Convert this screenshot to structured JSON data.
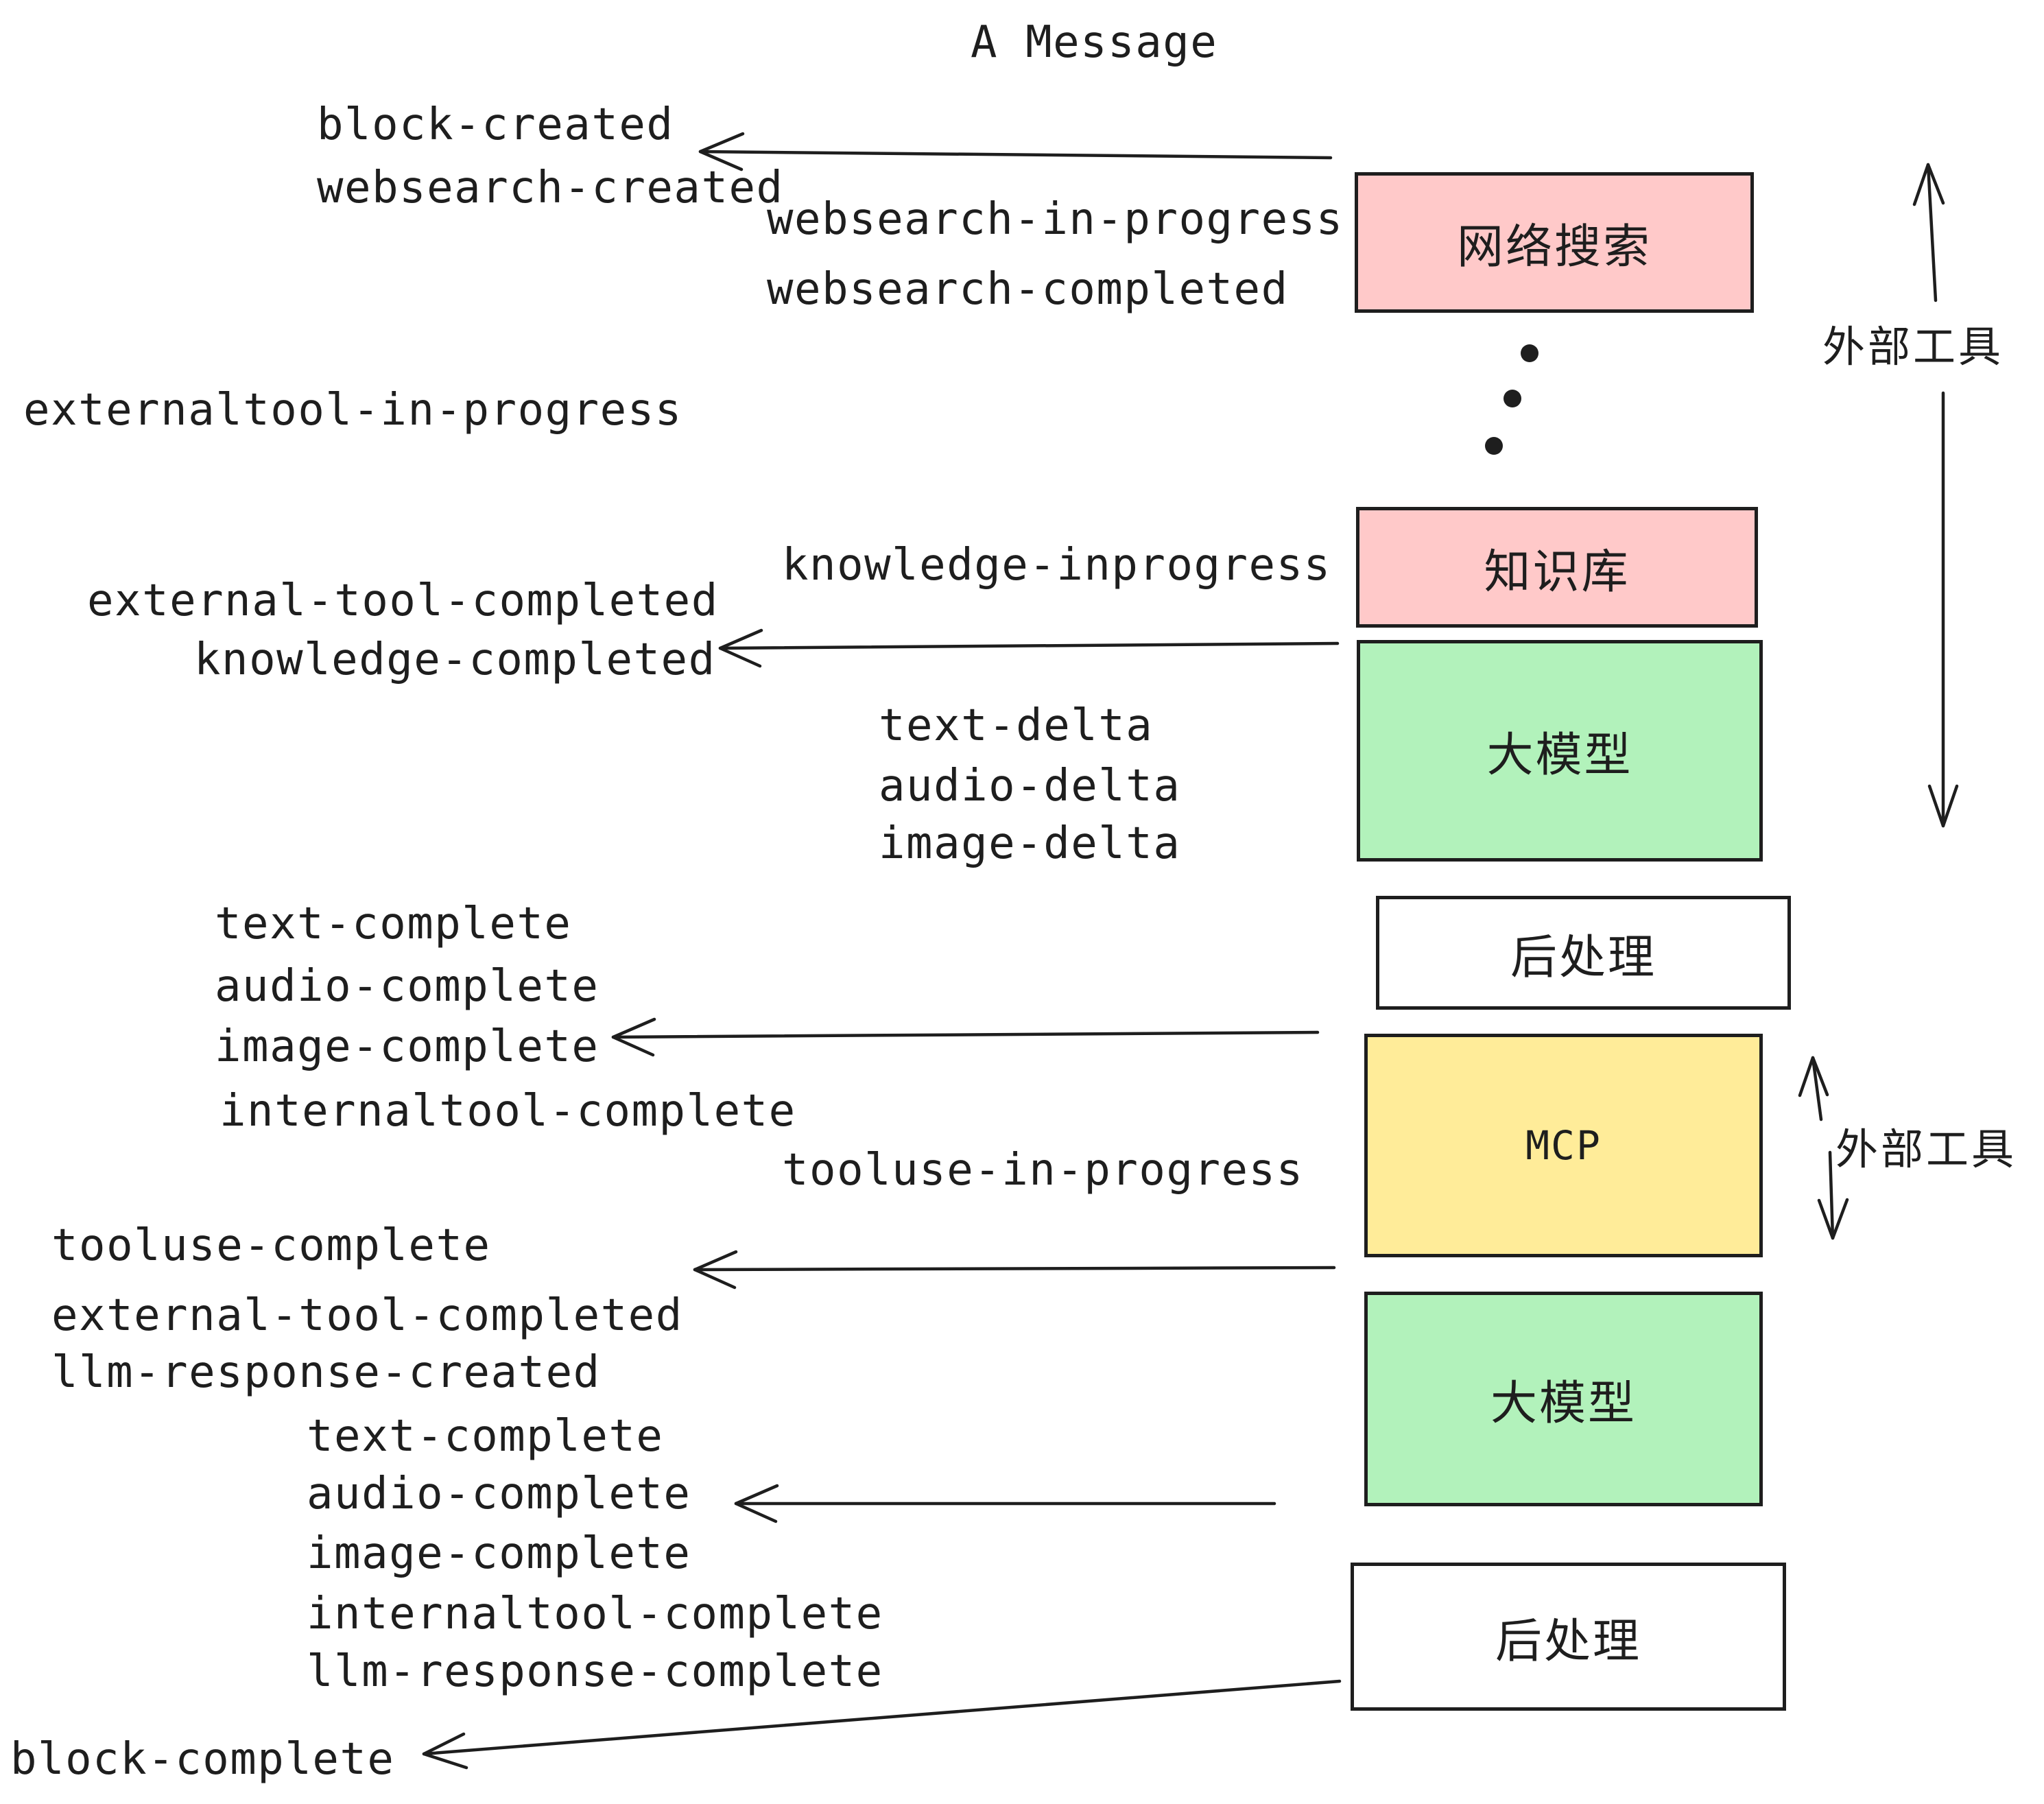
{
  "title": "A Message",
  "palette": {
    "pink": "#ffc9c9",
    "green": "#b2f2bb",
    "yellow": "#ffec99",
    "white": "#ffffff",
    "ink": "#1e1e1e"
  },
  "boxes": {
    "websearch": {
      "label": "网络搜索"
    },
    "knowledge": {
      "label": "知识库"
    },
    "llm_top": {
      "label": "大模型"
    },
    "post_top": {
      "label": "后处理"
    },
    "mcp": {
      "label": "MCP"
    },
    "llm_bottom": {
      "label": "大模型"
    },
    "post_bottom": {
      "label": "后处理"
    }
  },
  "side_annotations": {
    "external_tools_top": "外部工具",
    "external_tools_bottom": "外部工具"
  },
  "events": {
    "block_created": "block-created",
    "websearch_created": "websearch-created",
    "websearch_in_progress": "websearch-in-progress",
    "websearch_completed": "websearch-completed",
    "externaltool_in_progress": "externaltool-in-progress",
    "knowledge_inprogress": "knowledge-inprogress",
    "external_tool_completed": "external-tool-completed",
    "knowledge_completed": "knowledge-completed",
    "text_delta": "text-delta",
    "audio_delta": "audio-delta",
    "image_delta": "image-delta",
    "text_complete": "text-complete",
    "audio_complete": "audio-complete",
    "image_complete": "image-complete",
    "internaltool_complete": "internaltool-complete",
    "tooluse_in_progress": "tooluse-in-progress",
    "tooluse_complete": "tooluse-complete",
    "external_tool_completed_2": "external-tool-completed",
    "llm_response_created": "llm-response-created",
    "text_complete_2": "text-complete",
    "audio_complete_2": "audio-complete",
    "image_complete_2": "image-complete",
    "internaltool_complete_2": "internaltool-complete",
    "llm_response_complete": "llm-response-complete",
    "block_complete": "block-complete"
  }
}
